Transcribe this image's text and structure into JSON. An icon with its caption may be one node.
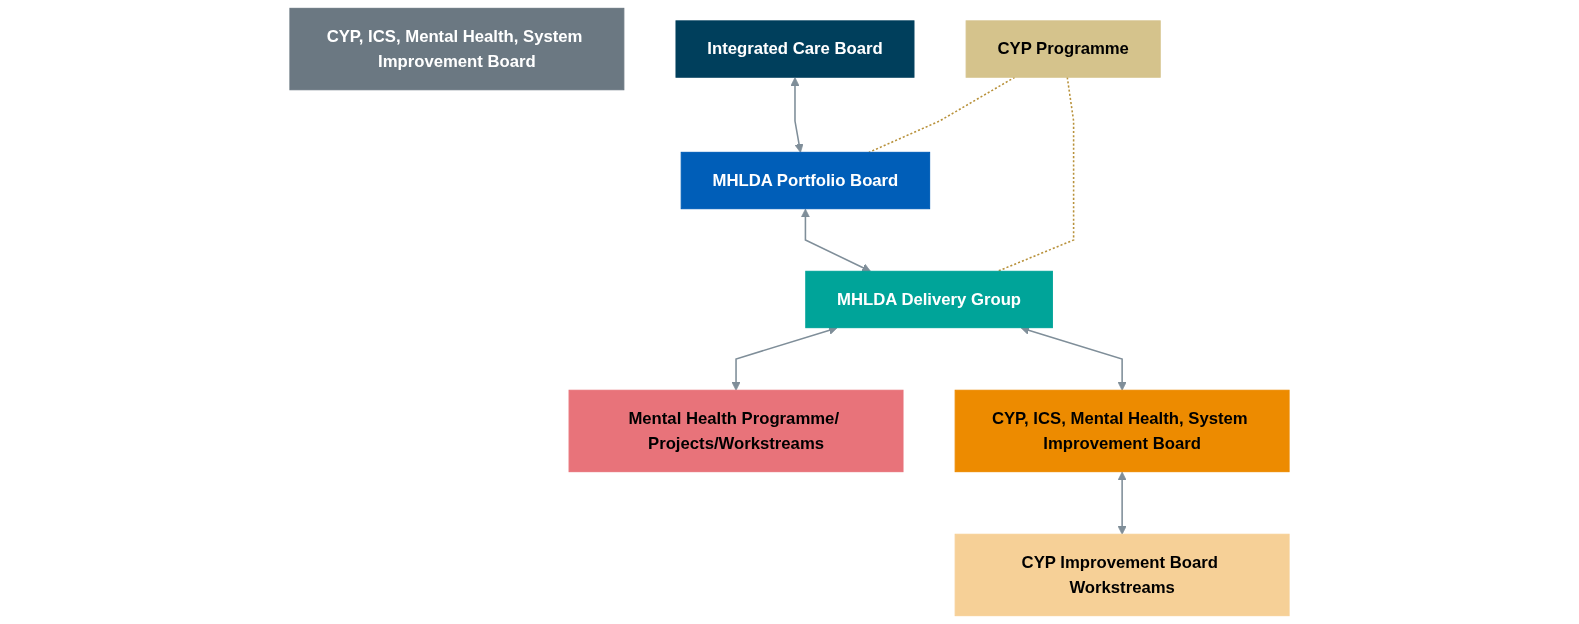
{
  "diagram": {
    "nodes": [
      {
        "text": [
          "CYP, ICS, Mental Health, System Improvement Board"
        ]
      },
      {
        "text": [
          "Integrated Care Board"
        ]
      },
      {
        "text": [
          "MHLDA Portfolio Board"
        ]
      },
      {
        "text": [
          "CYP Programme"
        ]
      },
      {
        "text": [
          "MHLDA Delivery Group"
        ]
      },
      {
        "text": [
          "CYP, ICS, Mental Health, System Improvement Board"
        ]
      },
      {
        "text": [
          "Mental Health Programme/ Projects/Workstreams"
        ]
      },
      {
        "text": [
          "CYP Improvement Board Workstreams"
        ]
      }
    ],
    "edges": [
      {
        "from": 1,
        "to": 2,
        "arrow": "both"
      },
      {
        "from": 3,
        "to": 2,
        "arrow": "none",
        "style": "dashed",
        "color": "#b8913a"
      },
      {
        "from": 3,
        "to": 4,
        "arrow": "none",
        "style": "dashed",
        "color": "#b8913a"
      },
      {
        "from": 2,
        "to": 4,
        "arrow": "both"
      },
      {
        "from": 4,
        "to": 6,
        "arrow": "both"
      },
      {
        "from": 4,
        "to": 5,
        "arrow": "both"
      },
      {
        "from": 5,
        "to": 7,
        "arrow": "both"
      }
    ]
  }
}
